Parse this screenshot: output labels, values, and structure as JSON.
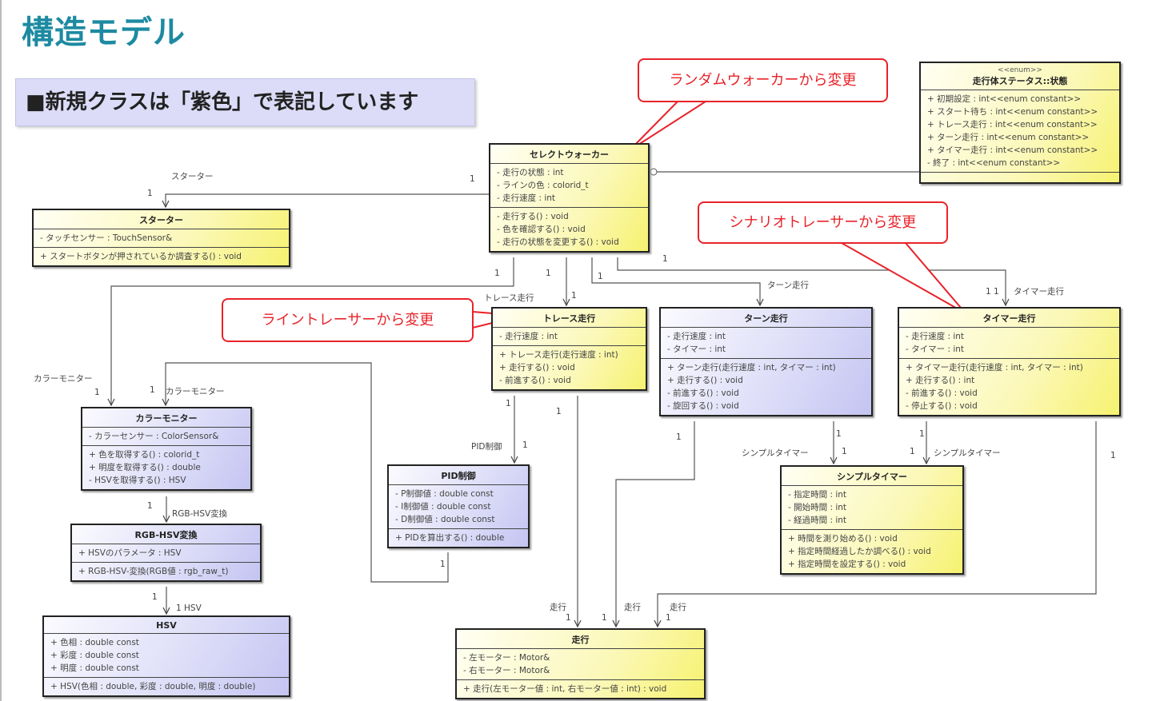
{
  "title": "構造モデル",
  "subtitle": "■新規クラスは「紫色」で表記しています",
  "colors": {
    "title": "#1d8aa2",
    "callout": "#e8232a",
    "new_class": "#c4c4f2",
    "existing_class": "#f6f270"
  },
  "callouts": [
    {
      "id": "c1",
      "text": "ランダムウォーカーから変更"
    },
    {
      "id": "c2",
      "text": "シナリオトレーサーから変更"
    },
    {
      "id": "c3",
      "text": "ライントレーサーから変更"
    }
  ],
  "classes": [
    {
      "id": "selector",
      "color": "yellow",
      "name": "セレクトウォーカー",
      "attributes": [
        "- 走行の状態 : int",
        "- ラインの色 : colorid_t",
        "- 走行速度 : int"
      ],
      "operations": [
        "- 走行する() : void",
        "- 色を確認する() : void",
        "- 走行の状態を変更する() : void"
      ]
    },
    {
      "id": "enum",
      "color": "yellow",
      "stereotype": "<<enum>>",
      "name": "走行体ステータス::状態",
      "attributes": [
        "+ 初期設定 : int<<enum constant>>",
        "+ スタート待ち : int<<enum constant>>",
        "+ トレース走行 : int<<enum constant>>",
        "+ ターン走行 : int<<enum constant>>",
        "+ タイマー走行 : int<<enum constant>>",
        "- 終了 : int<<enum constant>>"
      ],
      "operations": []
    },
    {
      "id": "starter",
      "color": "yellow",
      "name": "スターター",
      "attributes": [
        "- タッチセンサー : TouchSensor&"
      ],
      "operations": [
        "+ スタートボタンが押されているか調査する() : void"
      ]
    },
    {
      "id": "trace",
      "color": "yellow",
      "name": "トレース走行",
      "attributes": [
        "- 走行速度 : int"
      ],
      "operations": [
        "+ トレース走行(走行速度 : int)",
        "+ 走行する() : void",
        "- 前進する() : void"
      ]
    },
    {
      "id": "turn",
      "color": "purple",
      "name": "ターン走行",
      "attributes": [
        "- 走行速度 : int",
        "- タイマー : int"
      ],
      "operations": [
        "+ ターン走行(走行速度 : int, タイマー : int)",
        "+ 走行する() : void",
        "- 前進する() : void",
        "- 旋回する() : void"
      ]
    },
    {
      "id": "timer",
      "color": "yellow",
      "name": "タイマー走行",
      "attributes": [
        "- 走行速度 : int",
        "- タイマー : int"
      ],
      "operations": [
        "+ タイマー走行(走行速度 : int, タイマー : int)",
        "+ 走行する() : int",
        "- 前進する() : void",
        "- 停止する() : void"
      ]
    },
    {
      "id": "color",
      "color": "purple",
      "name": "カラーモニター",
      "attributes": [
        "- カラーセンサー : ColorSensor&"
      ],
      "operations": [
        "+ 色を取得する() : colorid_t",
        "+ 明度を取得する() : double",
        "- HSVを取得する() : HSV"
      ]
    },
    {
      "id": "rgbhsv",
      "color": "purple",
      "name": "RGB-HSV変換",
      "attributes": [
        "+ HSVのパラメータ : HSV"
      ],
      "operations": [
        "+ RGB-HSV-変換(RGB値 : rgb_raw_t)"
      ]
    },
    {
      "id": "hsv",
      "color": "purple",
      "name": "HSV",
      "attributes": [
        "+ 色相 : double const",
        "+ 彩度 : double const",
        "+ 明度 : double const"
      ],
      "operations": [
        "+ HSV(色相 : double, 彩度 : double, 明度 : double)"
      ]
    },
    {
      "id": "pid",
      "color": "purple",
      "name": "PID制御",
      "attributes": [
        "- P制御値 : double const",
        "- I制御値 : double const",
        "- D制御値 : double const"
      ],
      "operations": [
        "+ PIDを算出する() : double"
      ]
    },
    {
      "id": "simple",
      "color": "yellow",
      "name": "シンプルタイマー",
      "attributes": [
        "- 指定時間 : int",
        "- 開始時間 : int",
        "- 経過時間 : int"
      ],
      "operations": [
        "+ 時間を測り始める() : void",
        "+ 指定時間経過したか調べる() : void",
        "+ 指定時間を設定する() : void"
      ]
    },
    {
      "id": "drive",
      "color": "yellow",
      "name": "走行",
      "attributes": [
        "- 左モーター : Motor&",
        "- 右モーター : Motor&"
      ],
      "operations": [
        "+ 走行(左モーター値 : int, 右モーター値 : int) : void"
      ]
    }
  ],
  "association_labels": [
    "スターター",
    "1",
    "1",
    "カラーモニター",
    "1",
    "1",
    "トレース走行",
    "1",
    "1",
    "ターン走行",
    "1",
    "タイマー走行",
    "1",
    "1",
    "1",
    "1",
    "カラーモニター",
    "1",
    "PID制御",
    "1",
    "1",
    "1",
    "走行",
    "1",
    "1",
    "1",
    "走行",
    "シンプルタイマー",
    "1",
    "1",
    "1",
    "シンプルタイマー",
    "1",
    "1",
    "走行",
    "1",
    "1",
    "RGB-HSV変換",
    "1",
    "1 HSV"
  ]
}
